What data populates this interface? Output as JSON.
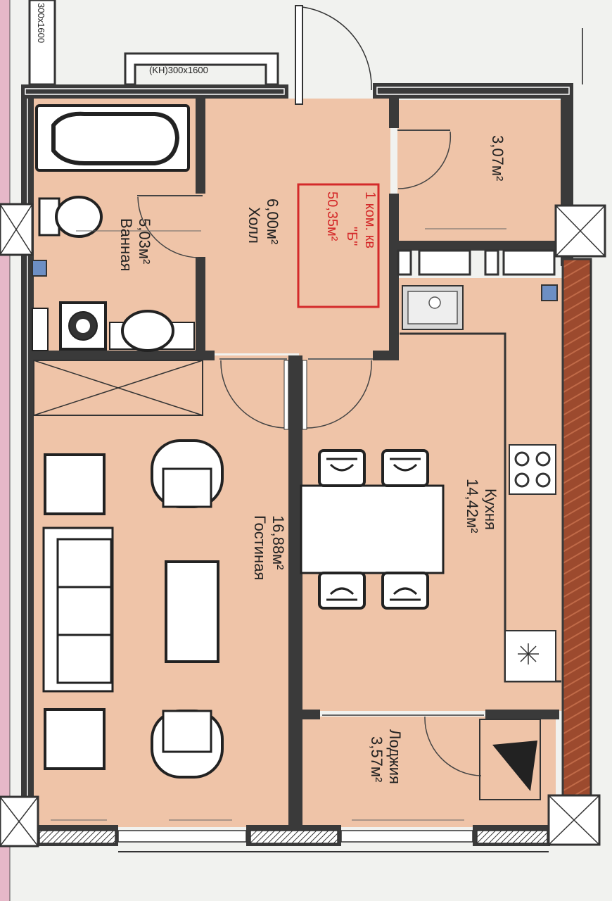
{
  "window_labels": {
    "left_top": "300x1600",
    "top": "(KH)300x1600"
  },
  "apartment": {
    "line1": "1 ком. кв",
    "line2": "\"Б\"",
    "line3": "50,35м²"
  },
  "rooms": {
    "hall": {
      "name": "Холл",
      "area": "6,00м²"
    },
    "bath": {
      "name": "Ванная",
      "area": "5,03м²"
    },
    "storage": {
      "area": "3,07м²"
    },
    "living": {
      "name": "Гостиная",
      "area": "16,88м²"
    },
    "kitchen": {
      "name": "Кухня",
      "area": "14,42м²"
    },
    "loggia": {
      "name": "Лоджия",
      "area": "3,57м²"
    }
  },
  "colors": {
    "floor": "#efc4a8",
    "wall": "#3a3a3a",
    "brick": "#9c4a2e",
    "accent": "#d42a2a",
    "outside": "#f1f2ef",
    "pink_strip": "#e6b8c8"
  }
}
